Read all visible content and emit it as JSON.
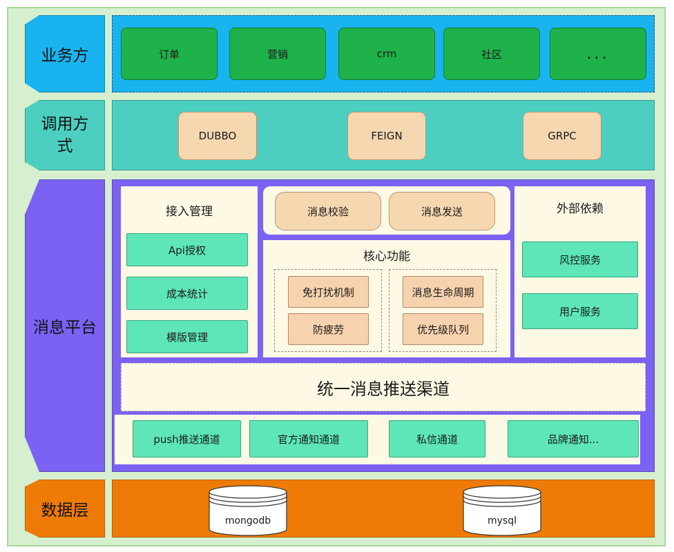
{
  "layers": {
    "business": {
      "label": "业务方",
      "items": [
        "订单",
        "营销",
        "crm",
        "社区",
        "..."
      ]
    },
    "invoke": {
      "label": "调用方式",
      "items": [
        "DUBBO",
        "FEIGN",
        "GRPC"
      ]
    },
    "platform": {
      "label": "消息平台",
      "access": {
        "title": "接入管理",
        "items": [
          "Api授权",
          "成本统计",
          "模版管理"
        ]
      },
      "pre": {
        "items": [
          "消息校验",
          "消息发送"
        ]
      },
      "core": {
        "title": "核心功能",
        "items": [
          "免打扰机制",
          "防疲劳",
          "消息生命周期",
          "优先级队列"
        ]
      },
      "external": {
        "title": "外部依赖",
        "items": [
          "风控服务",
          "用户服务"
        ]
      },
      "channel": {
        "title": "统一消息推送渠道",
        "items": [
          "push推送通道",
          "官方通知通道",
          "私信通道",
          "品牌通知..."
        ]
      }
    },
    "data": {
      "label": "数据层",
      "items": [
        "mongodb",
        "mysql"
      ]
    }
  },
  "colors": {
    "frame_bg": "#d6f0cf",
    "business": "#19b3f0",
    "invoke": "#4ccfc1",
    "platform": "#7b62f2",
    "data": "#ee7b06",
    "green_box": "#1fb24a",
    "tan_box": "#f5d7b0",
    "mint_box": "#5ee6b8",
    "cream": "#fdf9e4"
  }
}
